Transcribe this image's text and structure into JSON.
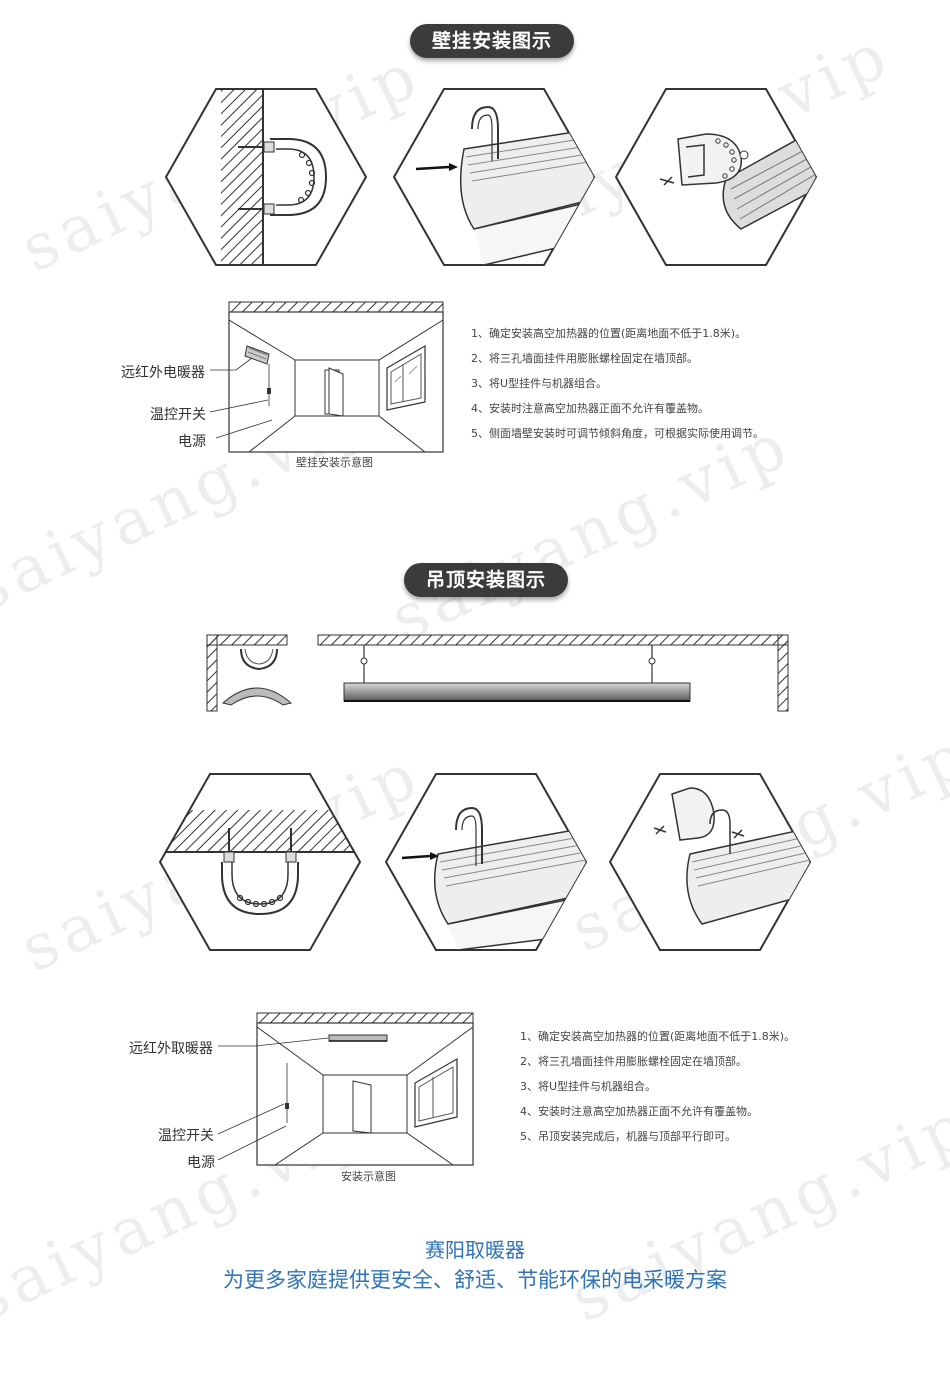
{
  "watermark": "saiyang.vip",
  "wall_section": {
    "title": "壁挂安装图示",
    "labels": {
      "heater": "远红外电暖器",
      "switch": "温控开关",
      "power": "电源"
    },
    "caption": "壁挂安装示意图",
    "steps": [
      "1、确定安装高空加热器的位置(距离地面不低于1.8米)。",
      "2、将三孔墙面挂件用膨胀螺栓固定在墙顶部。",
      "3、将U型挂件与机器组合。",
      "4、安装时注意高空加热器正面不允许有覆盖物。",
      "5、侧面墙壁安装时可调节倾斜角度，可根据实际使用调节。"
    ]
  },
  "ceiling_section": {
    "title": "吊顶安装图示",
    "labels": {
      "heater": "远红外取暖器",
      "switch": "温控开关",
      "power": "电源"
    },
    "caption": "安装示意图",
    "steps": [
      "1、确定安装高空加热器的位置(距离地面不低于1.8米)。",
      "2、将三孔墙面挂件用膨胀螺栓固定在墙顶部。",
      "3、将U型挂件与机器组合。",
      "4、安装时注意高空加热器正面不允许有覆盖物。",
      "5、吊顶安装完成后，机器与顶部平行即可。"
    ]
  },
  "footer": {
    "brand": "赛阳取暖器",
    "slogan": "为更多家庭提供更安全、舒适、节能环保的电采暖方案"
  },
  "colors": {
    "pill": "#3b3b3b",
    "slogan": "#2f74b9",
    "line": "#333333"
  }
}
